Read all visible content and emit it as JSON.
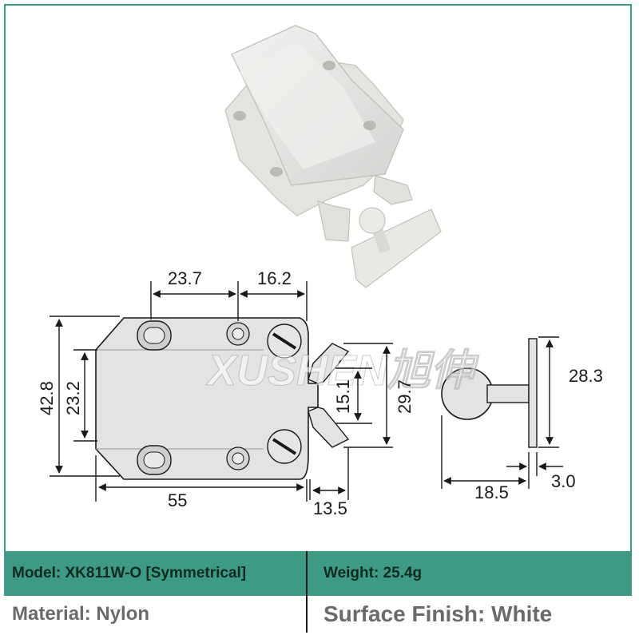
{
  "dimensions": {
    "top_left": "23.7",
    "top_right": "16.2",
    "height_outer": "42.8",
    "height_inner": "23.2",
    "latch_gap": "15.1",
    "latch_height": "29.7",
    "width": "55",
    "latch_depth": "13.5",
    "striker_height": "28.3",
    "striker_thickness": "3.0",
    "striker_length": "18.5"
  },
  "watermark": "XUSHEN旭伸",
  "specs": {
    "model": "Model: XK811W-O [Symmetrical]",
    "weight": "Weight: 25.4g",
    "material": "Material: Nylon",
    "finish": "Surface Finish: White"
  },
  "colors": {
    "accent": "#3f9a83",
    "part": "#e6e6e6",
    "outline": "#1a1a1a"
  }
}
